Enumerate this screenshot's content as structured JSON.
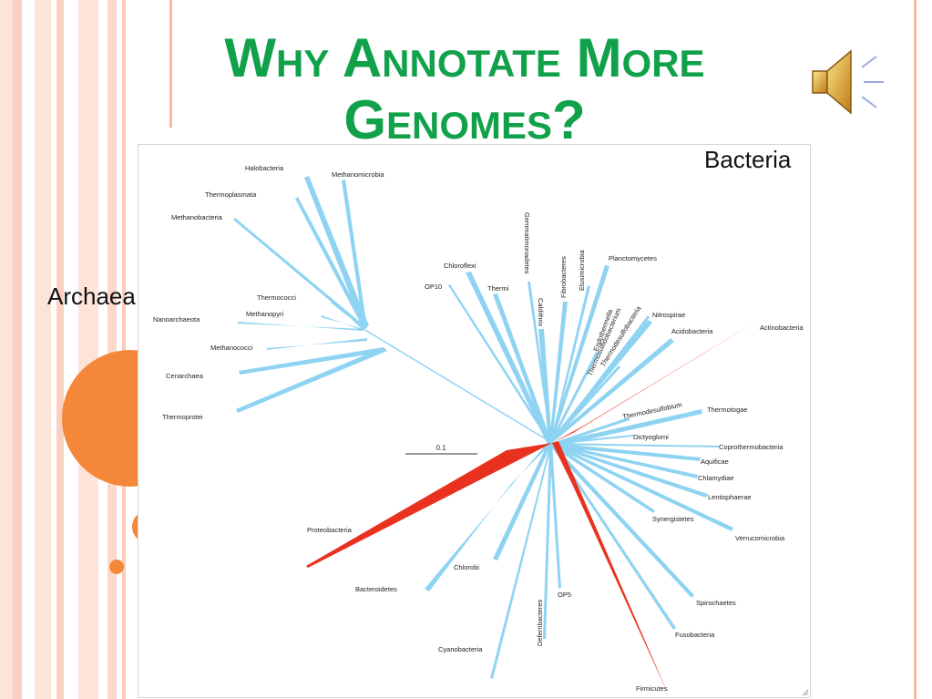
{
  "slide": {
    "title_line1": "Why Annotate More",
    "title_line2": "Genomes?",
    "label_archaea": "Archaea",
    "label_bacteria": "Bacteria",
    "scale_bar_label": "0.1"
  },
  "tree": {
    "archaea": [
      "Halobacteria",
      "Methanomicrobia",
      "Thermoplasmata",
      "Methanobacteria",
      "Thermococci",
      "Methanopyri",
      "Nanoarchaeota",
      "Methanococci",
      "Cenarchaea",
      "Thermoprotei"
    ],
    "bacteria": [
      "Gemmatimonadetes",
      "Elusimicrobia",
      "Fibrobacteres",
      "Chloroflexi",
      "Planctomycetes",
      "OP10",
      "Thermi",
      "Caldithrix",
      "Endothermella",
      "Thermosulfidobacterium",
      "Thermodesulfobacteria",
      "Nitrospirae",
      "Acidobacteria",
      "Actinobacteria",
      "Thermodesulfobium",
      "Thermotogae",
      "Dictyoglomi",
      "Coprothermobacteria",
      "Aquificae",
      "Chlamydiae",
      "Lentisphaerae",
      "Synergistetes",
      "Verrucomicrobia",
      "Spirochaetes",
      "Fusobacteria",
      "Firmicutes",
      "OP5",
      "Deferribacteres",
      "Chlorobi",
      "Bacteroidetes",
      "Cyanobacteria",
      "Proteobacteria"
    ]
  },
  "colors": {
    "title": "#12a14b",
    "accent": "#f5873a",
    "branch": "#8fd3f2",
    "highlight": "#e8321e"
  },
  "icons": {
    "audio": "speaker-icon"
  }
}
